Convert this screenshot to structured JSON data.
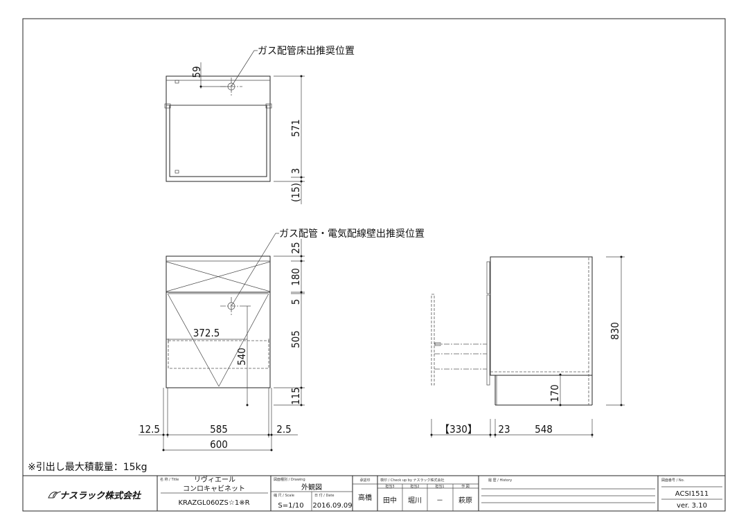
{
  "top_view": {
    "leader_label": "ガス配管床出推奨位置",
    "dims": {
      "offset": "59",
      "depth": "571",
      "back": "3",
      "gap": "(15)"
    }
  },
  "front_view": {
    "leader_label": "ガス配管・電気配線壁出推奨位置",
    "dims": {
      "top": "25",
      "upper": "180",
      "gap": "5",
      "drawer": "505",
      "plinth": "115",
      "center_x": "372.5",
      "height_pt": "540",
      "left": "12.5",
      "inner": "585",
      "right": "2.5",
      "total": "600"
    }
  },
  "side_view": {
    "dims": {
      "height": "830",
      "kick": "170",
      "drawer_out": "【330】",
      "door": "23",
      "depth": "548"
    }
  },
  "note": "※引出し最大積載量：15kg",
  "title_block": {
    "company": "ナスラック株式会社",
    "title_label": "名 称 / Title",
    "title_line1": "リヴィエール",
    "title_line2": "コンロキャビネット",
    "model": "KRAZGL060ZS☆1※R",
    "drawing_label": "図面種別 / Drawing",
    "drawing": "外観図",
    "scale_label": "縮 尺 / Scale",
    "scale": "S=1/10",
    "date_label": "日 付 / Date",
    "date": "2016.09.09",
    "approval_label": "承認印",
    "approval": "高橋",
    "check_label": "検印 / Check up by ナスラック株式会社",
    "check_cols": [
      {
        "role": "担当3",
        "name": "田中"
      },
      {
        "role": "担当2",
        "name": "堀川"
      },
      {
        "role": "担当1",
        "name": "－"
      },
      {
        "role": "作 図",
        "name": "萩原"
      }
    ],
    "history_label": "履 歴 / History",
    "no_label": "図面番号 / No.",
    "number": "ACSI1511",
    "version": "ver. 3.10"
  }
}
